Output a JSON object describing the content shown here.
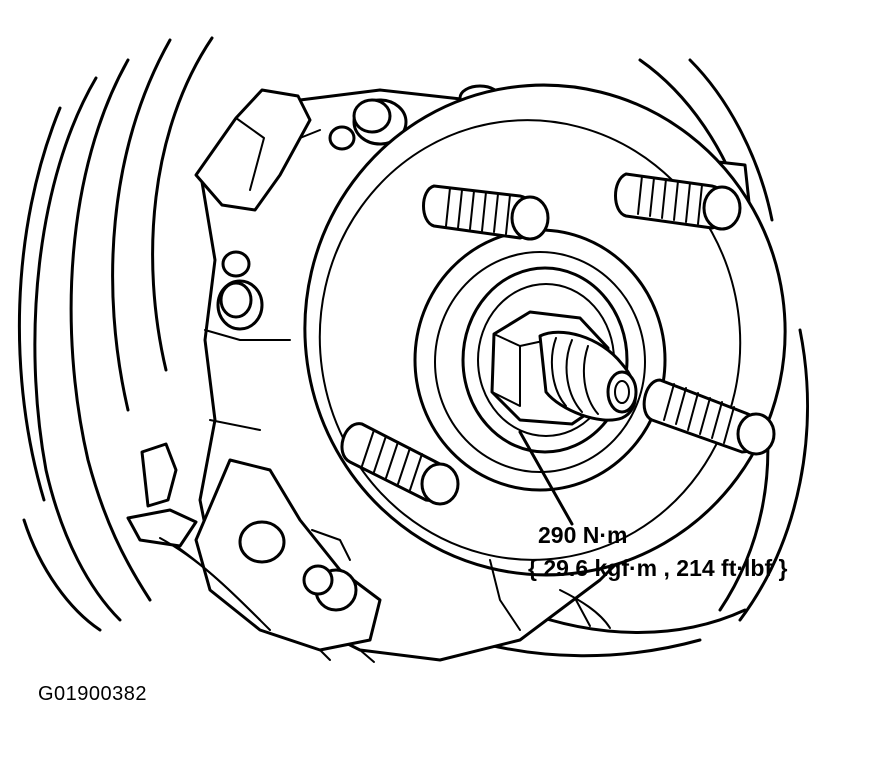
{
  "torque_callout": {
    "line1": "290 N·m",
    "line2": "{ 29.6 kgf·m , 214 ft·lbf }"
  },
  "figure_id": "G01900382",
  "colors": {
    "ink": "#000000",
    "paper": "#ffffff"
  }
}
